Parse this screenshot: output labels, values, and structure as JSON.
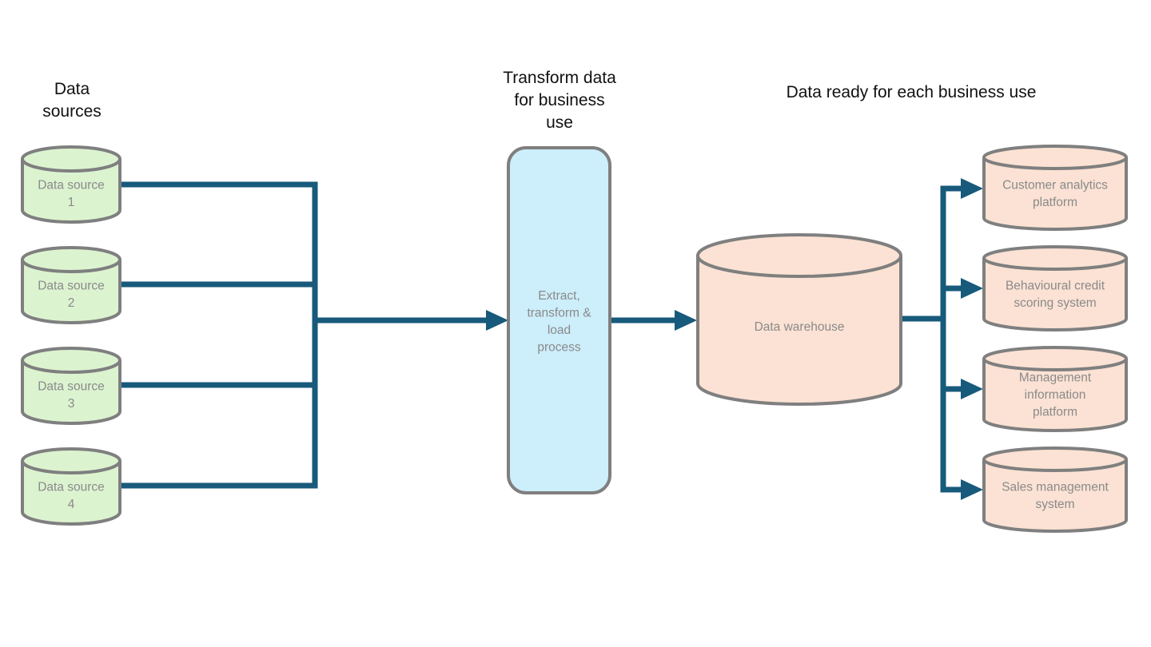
{
  "headings": {
    "sources": "Data\nsources",
    "transform": "Transform data\nfor business\nuse",
    "ready": "Data ready for each business use"
  },
  "sources": [
    {
      "label": [
        "Data source",
        "1"
      ]
    },
    {
      "label": [
        "Data source",
        "2"
      ]
    },
    {
      "label": [
        "Data source",
        "3"
      ]
    },
    {
      "label": [
        "Data source",
        "4"
      ]
    }
  ],
  "process": {
    "label": [
      "Extract,",
      "transform &",
      "load",
      "process"
    ]
  },
  "warehouse": {
    "label": [
      "Data warehouse"
    ]
  },
  "targets": [
    {
      "label": [
        "Customer analytics",
        "platform"
      ]
    },
    {
      "label": [
        "Behavioural credit",
        "scoring system"
      ]
    },
    {
      "label": [
        "Management",
        "information",
        "platform"
      ]
    },
    {
      "label": [
        "Sales management",
        "system"
      ]
    }
  ],
  "colors": {
    "connector": "#175a7b",
    "source_fill": "#dcf3d0",
    "target_fill": "#fbe2d4",
    "process_fill": "#cdeefb",
    "outline": "#7f7f7f"
  }
}
